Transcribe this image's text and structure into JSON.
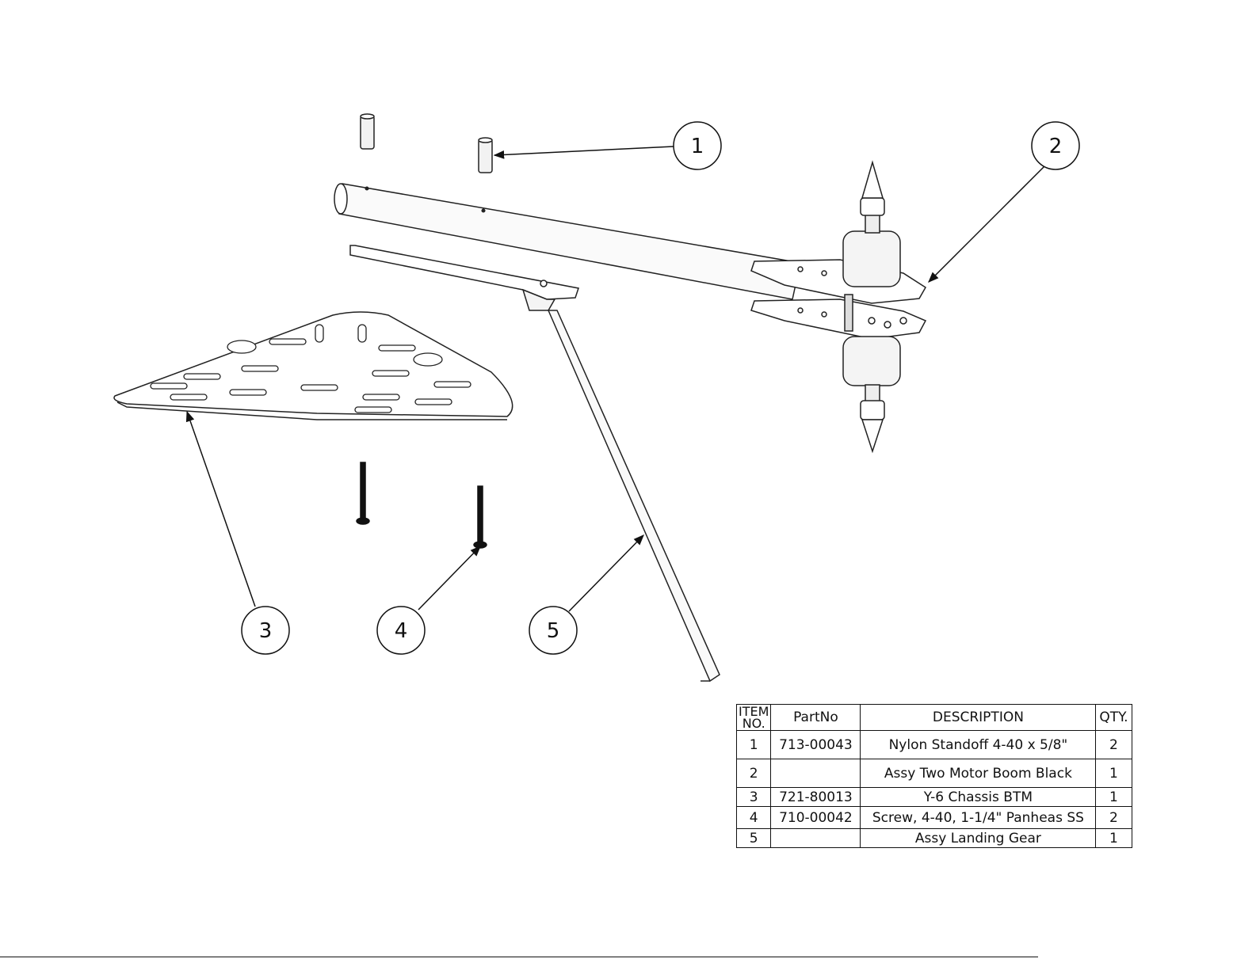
{
  "balloons": [
    "1",
    "2",
    "3",
    "4",
    "5"
  ],
  "bom": {
    "headers": {
      "item_line1": "ITEM",
      "item_line2": "NO.",
      "part_no": "PartNo",
      "description": "DESCRIPTION",
      "qty": "QTY."
    },
    "rows": [
      {
        "item": "1",
        "part_no": "713-00043",
        "description": "Nylon Standoff 4-40 x 5/8\"",
        "qty": "2"
      },
      {
        "item": "2",
        "part_no": "",
        "description": "Assy Two Motor Boom Black",
        "qty": "1"
      },
      {
        "item": "3",
        "part_no": "721-80013",
        "description": "Y-6 Chassis BTM",
        "qty": "1"
      },
      {
        "item": "4",
        "part_no": "710-00042",
        "description": "Screw, 4-40, 1-1/4\" Panheas SS",
        "qty": "2"
      },
      {
        "item": "5",
        "part_no": "",
        "description": "Assy Landing Gear",
        "qty": "1"
      }
    ]
  }
}
